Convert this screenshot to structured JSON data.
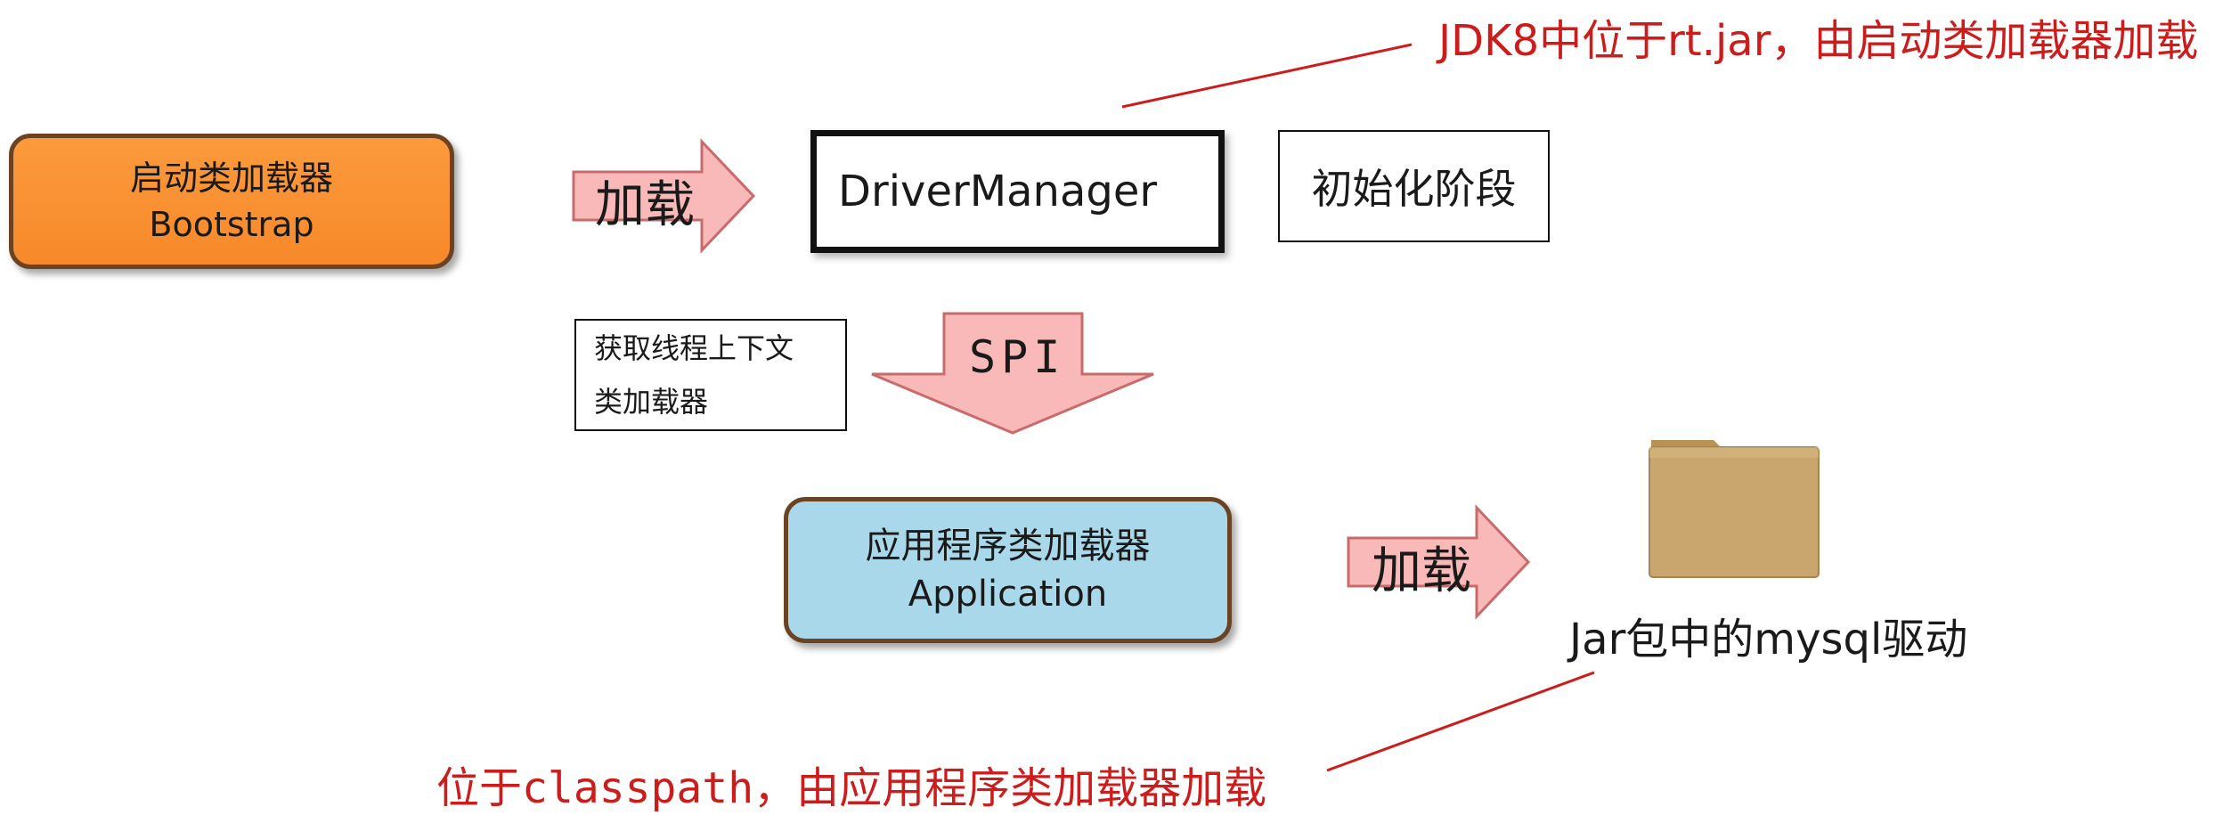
{
  "notes": {
    "jdk8": "JDK8中位于rt.jar，由启动类加载器加载",
    "classpath_prefix": "位于",
    "classpath_code": "classpath",
    "classpath_suffix": "，由应用程序类加载器加载"
  },
  "bootstrap": {
    "line1": "启动类加载器",
    "line2": "Bootstrap"
  },
  "arrows": {
    "load1": "加载",
    "spi": "SPI",
    "load2": "加载"
  },
  "driver": {
    "label": "DriverManager"
  },
  "init": {
    "label": "初始化阶段"
  },
  "context": {
    "line1": "获取线程上下文",
    "line2": "类加载器"
  },
  "application": {
    "line1": "应用程序类加载器",
    "line2": "Application"
  },
  "jar": {
    "label": "Jar包中的mysql驱动"
  },
  "colors": {
    "bootstrap_fill": "#f7892a",
    "application_fill": "#a8d8ea",
    "arrow_fill": "#f9b9b9",
    "arrow_stroke": "#c96b6b",
    "note_red": "#cc1d1d",
    "folder_fill": "#c8a66e"
  },
  "icons": {
    "folder": "folder-icon"
  }
}
